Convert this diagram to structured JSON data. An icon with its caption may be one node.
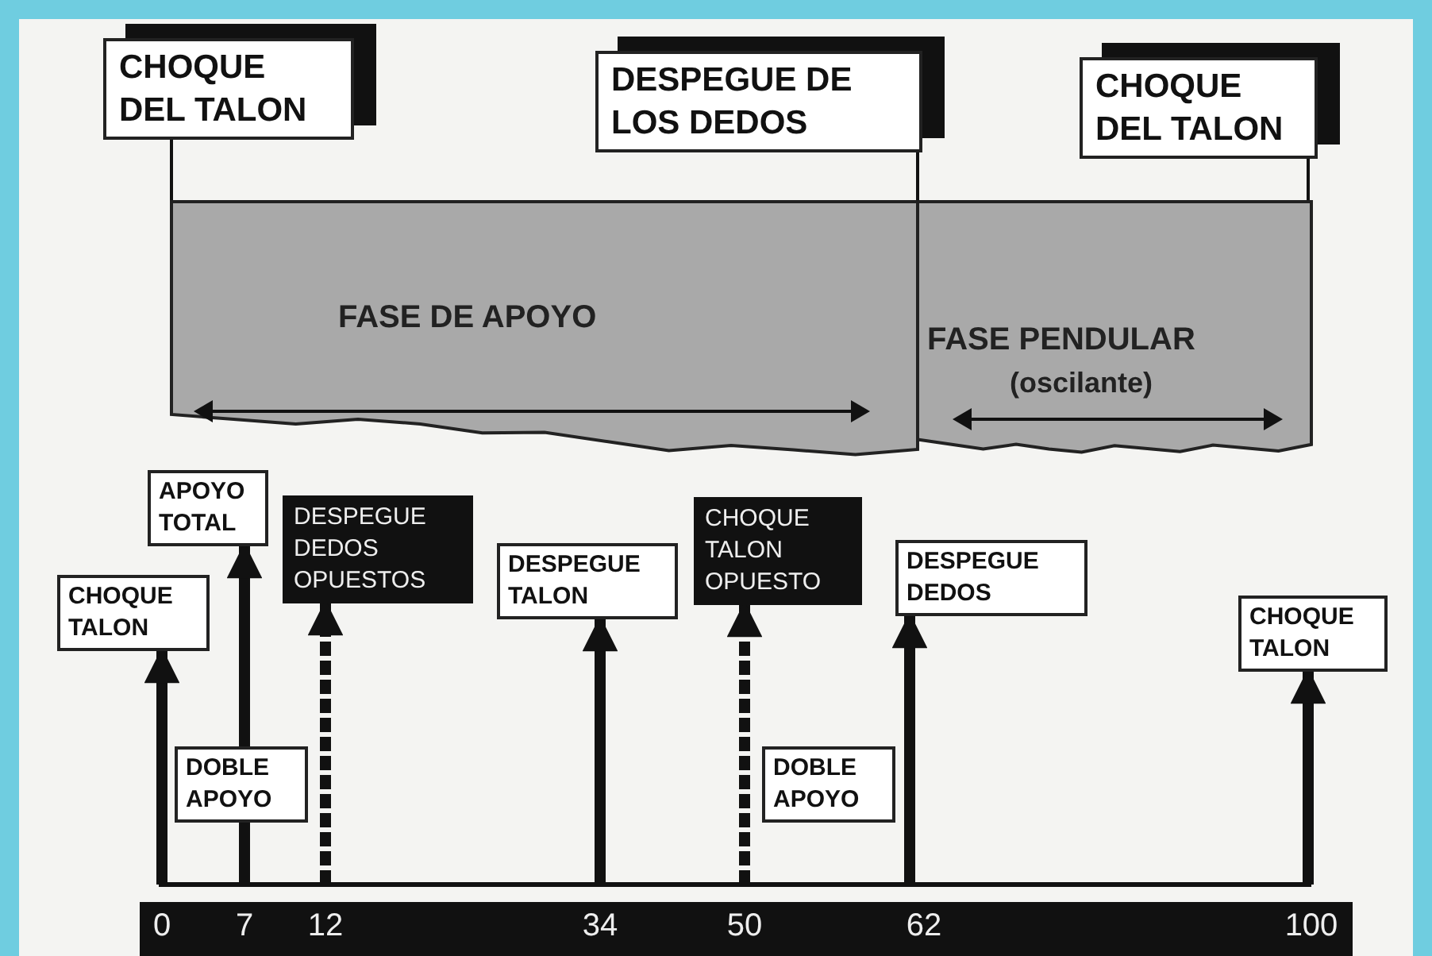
{
  "diagram": {
    "nodes": [
      {
        "text": [
          "CHOQUE DEL TALON"
        ]
      },
      {
        "text": [
          "DESPEGUE DE LOS DEDOS"
        ]
      },
      {
        "text": [
          "CHOQUE DEL TALON"
        ]
      },
      {
        "text": [
          "FASE DE APOYO"
        ]
      },
      {
        "text": [
          "FASE PENDULAR",
          "(oscilante)"
        ]
      },
      {
        "text": [
          "CHOQUE TALON"
        ]
      },
      {
        "text": [
          "APOYO TOTAL"
        ]
      },
      {
        "text": [
          "DESPEGUE DEDOS OPUESTOS"
        ]
      },
      {
        "text": [
          "DESPEGUE TALON"
        ]
      },
      {
        "text": [
          "CHOQUE TALON OPUESTO"
        ]
      },
      {
        "text": [
          "DESPEGUE DEDOS"
        ]
      },
      {
        "text": [
          "CHOQUE TALON"
        ]
      },
      {
        "text": [
          "DOBLE APOYO"
        ]
      },
      {
        "text": [
          "DOBLE APOYO"
        ]
      }
    ],
    "edges": [
      {
        "from": 0,
        "to": 3,
        "arrow": "none"
      },
      {
        "from": 1,
        "to": 3,
        "arrow": "none"
      },
      {
        "from": 2,
        "to": 4,
        "arrow": "none"
      },
      {
        "from": null,
        "to": 5,
        "arrow": "to"
      },
      {
        "from": null,
        "to": 6,
        "arrow": "to"
      },
      {
        "from": null,
        "to": 7,
        "arrow": "to",
        "style": "dashed"
      },
      {
        "from": null,
        "to": 8,
        "arrow": "to"
      },
      {
        "from": null,
        "to": 9,
        "arrow": "to",
        "style": "dashed"
      },
      {
        "from": null,
        "to": 10,
        "arrow": "to"
      },
      {
        "from": null,
        "to": 11,
        "arrow": "to"
      }
    ],
    "labels": [
      "0",
      "7",
      "12",
      "34",
      "50",
      "62",
      "100"
    ]
  }
}
